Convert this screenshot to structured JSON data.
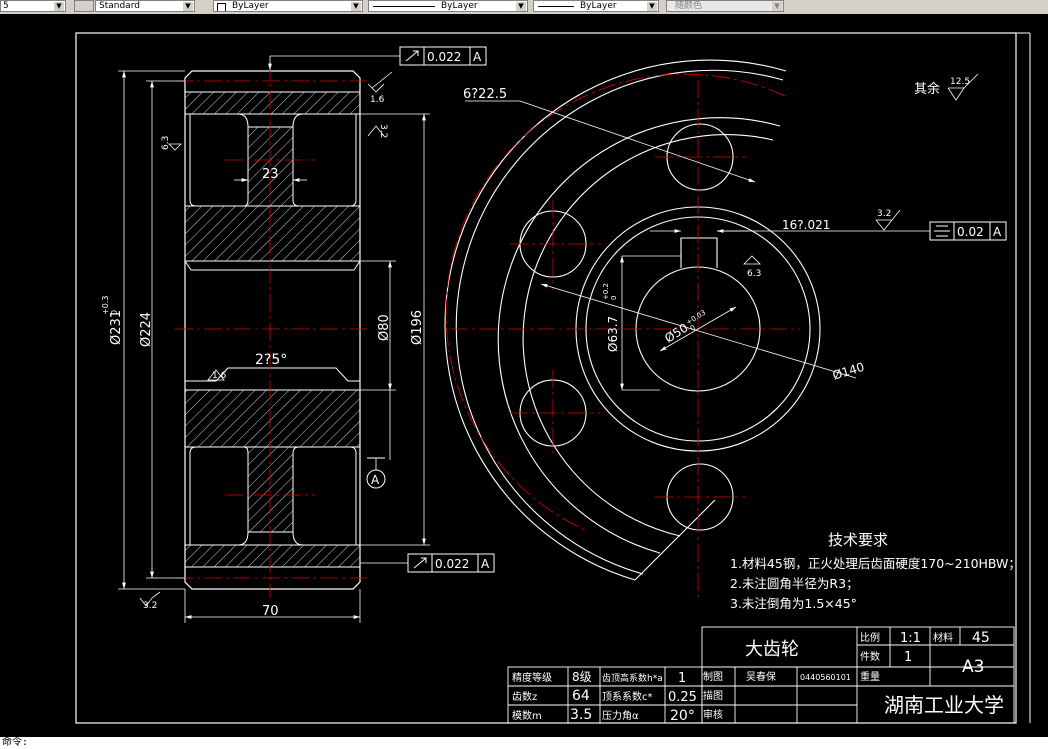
{
  "toolbar": {
    "left_value": "5",
    "style": "Standard",
    "layer": "ByLayer",
    "linetype": "ByLayer",
    "lineweight": "ByLayer",
    "color": "随颜色"
  },
  "drawing": {
    "roughness_other": "其余",
    "roughness_other_value": "12.5",
    "fcf_top": {
      "tol": "0.022",
      "datum": "A"
    },
    "fcf_bottom": {
      "tol": "0.022",
      "datum": "A"
    },
    "fcf_right": {
      "tol": "0.02",
      "datum": "A"
    },
    "datum_label": "A",
    "dims": {
      "d231": "Ø231",
      "d231_tol_upper": "+0.3",
      "d231_tol_lower": "0",
      "d224": "Ø224",
      "d80": "Ø80",
      "d196": "Ø196",
      "width70": "70",
      "hub23": "23",
      "chamfer": "2?5°",
      "holes": "6?22.5",
      "keyway": "16?.021",
      "bore_key": "Ø63.7",
      "bore_key_tol_upper": "+0.2",
      "bore_key_tol_lower": "0",
      "bore": "Ø50",
      "bore_tol_upper": "+0.03",
      "bore_tol_lower": "0",
      "d140": "Ø140"
    },
    "roughness_values": [
      "1.6",
      "3.2",
      "6.3",
      "3.2",
      "1.6",
      "3.2",
      "6.3"
    ],
    "tech_req": {
      "title": "技术要求",
      "items": [
        "1.材料45钢，正火处理后齿面硬度170~210HBW；",
        "2.未注圆角半径为R3；",
        "3.未注倒角为1.5×45°"
      ]
    },
    "title_block": {
      "part_name": "大齿轮",
      "scale_label": "比例",
      "scale": "1:1",
      "material_label": "材料",
      "material": "45",
      "qty_label": "件数",
      "qty": "1",
      "sheet": "A3",
      "drawn_label": "制图",
      "drawn_name": "吴春保",
      "student_no": "0440560101",
      "weight_label": "重量",
      "design_label": "描图",
      "check_label": "审核",
      "school": "湖南工业大学"
    },
    "gear_params": [
      {
        "label": "精度等级",
        "value": "8级",
        "label2": "齿顶高系数h*a",
        "value2": "1"
      },
      {
        "label": "齿数z",
        "value": "64",
        "label2": "顶系系数c*",
        "value2": "0.25"
      },
      {
        "label": "模数m",
        "value": "3.5",
        "label2": "压力角α",
        "value2": "20°"
      }
    ]
  },
  "cmdline": {
    "text": "命令:"
  }
}
